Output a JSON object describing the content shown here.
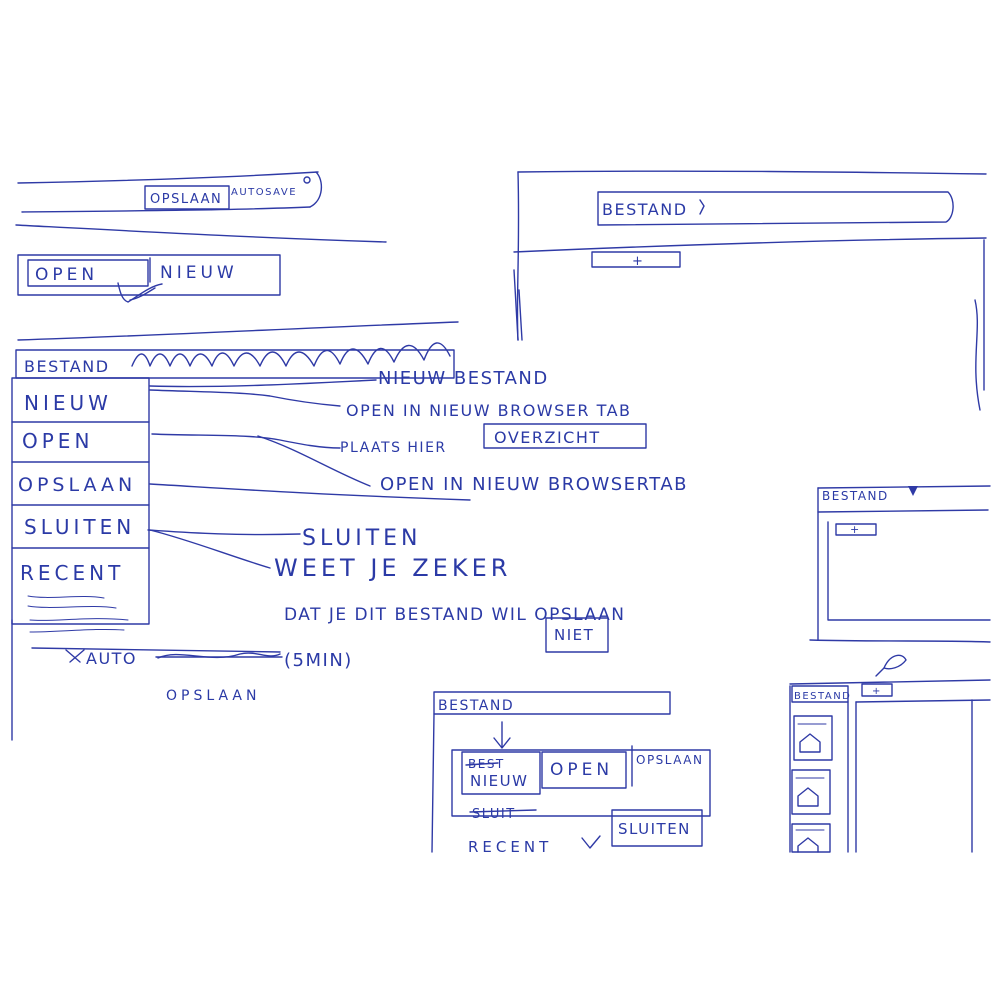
{
  "sketch1": {
    "save_button": "OPSLAAN",
    "autosave_label": "AUTOSAVE",
    "open_button": "OPEN",
    "new_button": "NIEUW"
  },
  "sketch2": {
    "menu_header": "BESTAND",
    "menu_items": [
      "NIEUW",
      "OPEN",
      "OPSLAAN",
      "SLUITEN",
      "RECENT"
    ],
    "auto_label": "AUTO",
    "auto_interval": "(5MIN)",
    "auto_save_word": "OPSLAAN"
  },
  "annotations": {
    "new_file": "NIEUW BESTAND",
    "open_new_tab_1": "OPEN IN NIEUW BROWSER TAB",
    "place_here": "PLAATS HIER",
    "overview": "OVERZICHT",
    "open_new_tab_2": "OPEN IN NIEUW BROWSERTAB",
    "close": "SLUITEN",
    "are_you_sure": "WEET JE ZEKER",
    "confirm_save": "DAT JE DIT BESTAND WIL OPSLAAN",
    "no_button": "NIET"
  },
  "sketch3": {
    "menu_header": "BESTAND",
    "plus": "+"
  },
  "sketch4": {
    "menu_header": "BESTAND",
    "plus": "+"
  },
  "sketch5": {
    "menu_header": "BESTAND",
    "new_button": "NIEUW",
    "new_button_struck": "BEST",
    "open_button": "OPEN",
    "save_button": "OPSLAAN",
    "close_struck": "SLUIT",
    "close_button": "SLUITEN",
    "recent_label": "RECENT"
  },
  "sketch6": {
    "menu_header": "BESTAND",
    "plus": "+"
  },
  "colors": {
    "ink": "#2f3aa6",
    "paper": "#ffffff"
  }
}
